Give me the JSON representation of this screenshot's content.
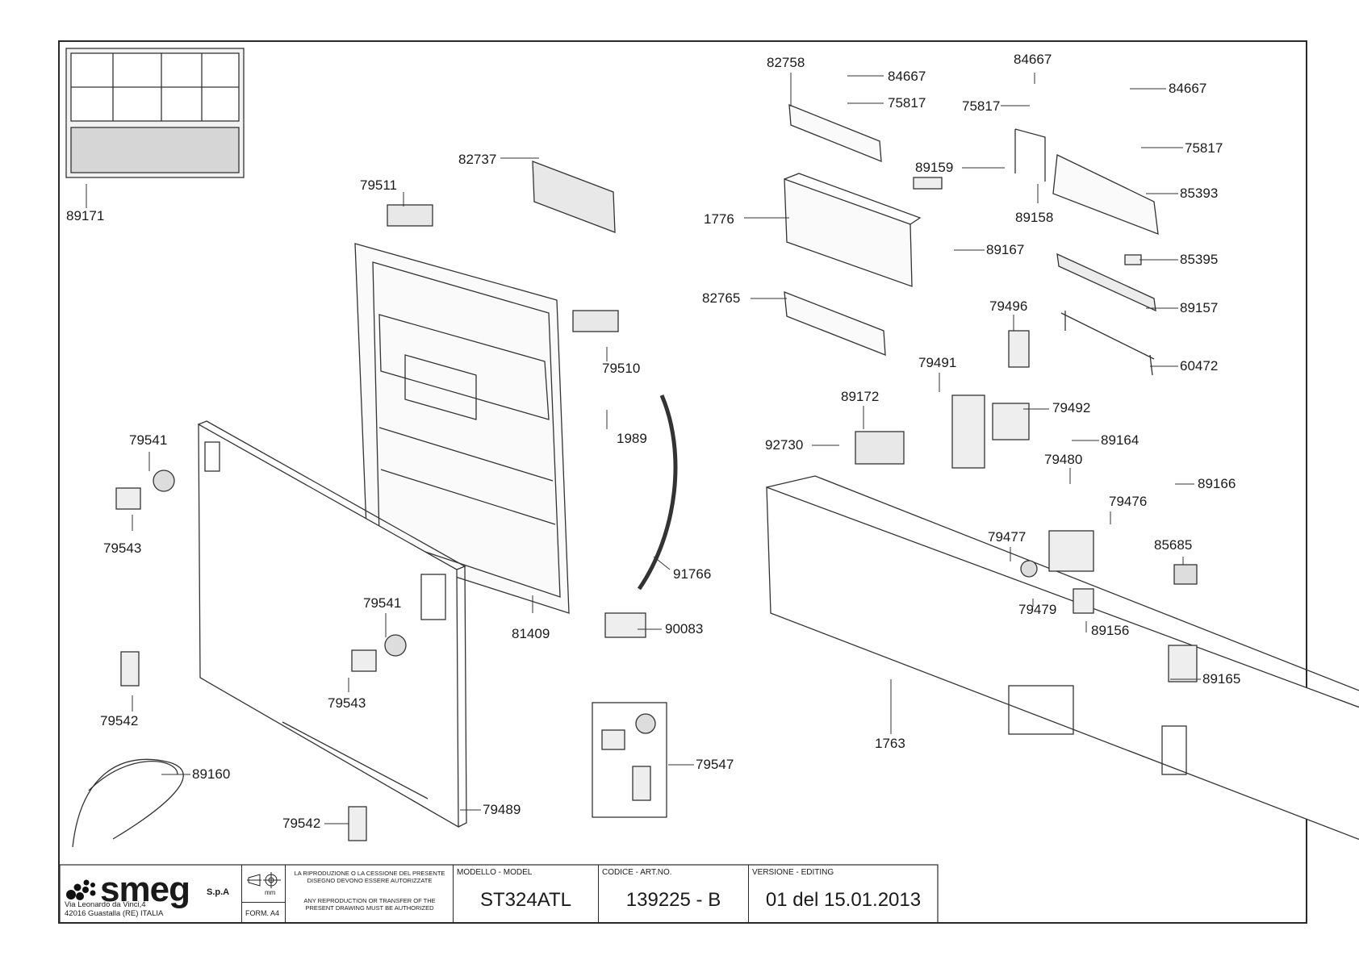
{
  "brand": {
    "logo_text": "smeg",
    "suffix": "S.p.A",
    "address_line1": "Via Leonardo da Vinci,4",
    "address_line2": "42016  Guastalla (RE) ITALIA"
  },
  "title_block": {
    "format_label": "FORM. A4",
    "units_label": "mm",
    "notice_it": "LA RIPRODUZIONE O LA CESSIONE DEL PRESENTE DISEGNO DEVONO ESSERE AUTORIZZATE",
    "notice_en": "ANY REPRODUCTION OR TRANSFER OF THE PRESENT DRAWING MUST BE AUTHORIZED",
    "model_header": "MODELLO - MODEL",
    "model_value": "ST324ATL",
    "code_header": "CODICE - ART.NO.",
    "code_value": "139225 - B",
    "version_header": "VERSIONE - EDITING",
    "version_value": "01 del 15.01.2013"
  },
  "part_labels": [
    "89171",
    "79511",
    "82737",
    "82758",
    "84667",
    "75817",
    "84667",
    "75817",
    "84667",
    "75817",
    "89159",
    "89158",
    "85393",
    "1776",
    "89167",
    "85395",
    "82765",
    "89157",
    "79496",
    "60472",
    "79510",
    "1989",
    "79491",
    "79492",
    "89172",
    "89164",
    "92730",
    "79480",
    "89166",
    "79541",
    "79543",
    "79476",
    "79477",
    "85685",
    "91766",
    "79479",
    "89156",
    "81409",
    "90083",
    "79541",
    "79543",
    "89165",
    "79542",
    "1763",
    "79547",
    "89160",
    "79489",
    "79542"
  ]
}
